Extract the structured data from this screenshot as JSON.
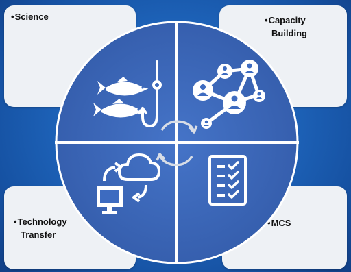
{
  "quadrants": {
    "top_left": {
      "label": "Science",
      "icon": "fish-hook-icon"
    },
    "top_right": {
      "label_line1": "Capacity",
      "label_line2": "Building",
      "icon": "network-people-icon"
    },
    "bottom_left": {
      "label_line1": "Technology",
      "label_line2": "Transfer",
      "icon": "computer-cloud-sync-icon"
    },
    "bottom_right": {
      "label": "MCS",
      "icon": "checklist-icon"
    }
  },
  "bullet": "•",
  "colors": {
    "circle_fill": "#3d6bc0",
    "circle_stroke": "#ffffff",
    "box_fill": "#eef1f5",
    "background": "#1f66bd"
  }
}
